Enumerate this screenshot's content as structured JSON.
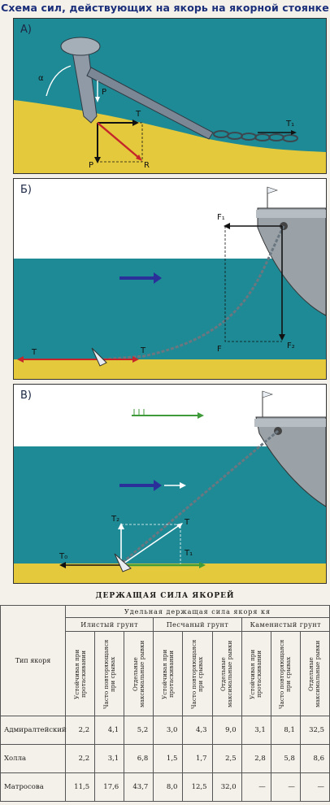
{
  "page": {
    "title": "Схема сил, действующих на якорь на якорной стоянке"
  },
  "diagrams": {
    "a": {
      "label": "А)",
      "forces": [
        "α",
        "P",
        "T",
        "T₁",
        "P",
        "R"
      ]
    },
    "b": {
      "label": "Б)",
      "forces": [
        "F₁",
        "F",
        "F₂",
        "T",
        "T"
      ]
    },
    "c": {
      "label": "В)",
      "forces": [
        "T₂",
        "T",
        "T₀",
        "T₁"
      ]
    }
  },
  "colors": {
    "water": "#1e8a95",
    "sand": "#e5c93d",
    "sky": "#ffffff",
    "chain": "#6b7780",
    "hull": "#9aa2a8",
    "force_red": "#c4262a",
    "current_blue": "#2a2f9a",
    "wind_green": "#3f9a3a"
  },
  "table": {
    "caption": "ДЕРЖАЩАЯ СИЛА ЯКОРЕЙ",
    "row_header": "Тип якоря",
    "span_header": "Удельная держащая сила якоря кя",
    "grounds": [
      "Илистый грунт",
      "Песчаный грунт",
      "Каменистый грунт"
    ],
    "subcolumns": [
      "Устойчивая при протаскивании",
      "Часто повторяющаяся при срывах",
      "Отдельные максимальные рывки"
    ],
    "rows": [
      {
        "name": "Адмиралтейский",
        "values": [
          "2,2",
          "4,1",
          "5,2",
          "3,0",
          "4,3",
          "9,0",
          "3,1",
          "8,1",
          "32,5"
        ]
      },
      {
        "name": "Холла",
        "values": [
          "2,2",
          "3,1",
          "6,8",
          "1,5",
          "1,7",
          "2,5",
          "2,8",
          "5,8",
          "8,6"
        ]
      },
      {
        "name": "Матросова",
        "values": [
          "11,5",
          "17,6",
          "43,7",
          "8,0",
          "12,5",
          "32,0",
          "—",
          "—",
          "—"
        ]
      }
    ]
  }
}
